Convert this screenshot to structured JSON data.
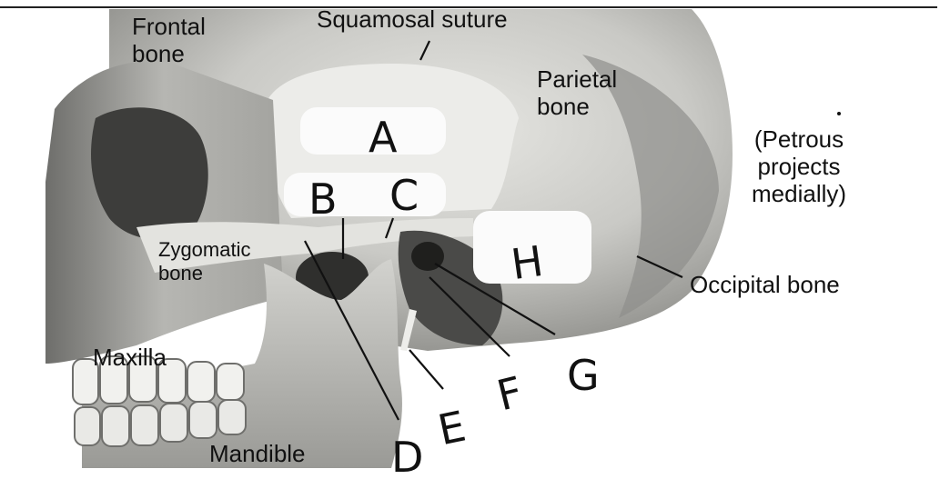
{
  "labels": {
    "frontal": "Frontal\nbone",
    "squamosal": "Squamosal suture",
    "parietal": "Parietal\nbone",
    "petrous": "(Petrous\nprojects\nmedially)",
    "zygomatic": "Zygomatic\nbone",
    "maxilla": "Maxilla",
    "occipital": "Occipital bone",
    "mandible": "Mandible"
  },
  "letters": {
    "a": "A",
    "b": "B",
    "c": "C",
    "d": "D",
    "e": "E",
    "f": "F",
    "g": "G",
    "h": "H"
  },
  "colors": {
    "bone_light": "#dcdcd8",
    "bone_mid": "#a9a9a5",
    "bone_dark": "#5a5a58",
    "ink": "#111111"
  }
}
